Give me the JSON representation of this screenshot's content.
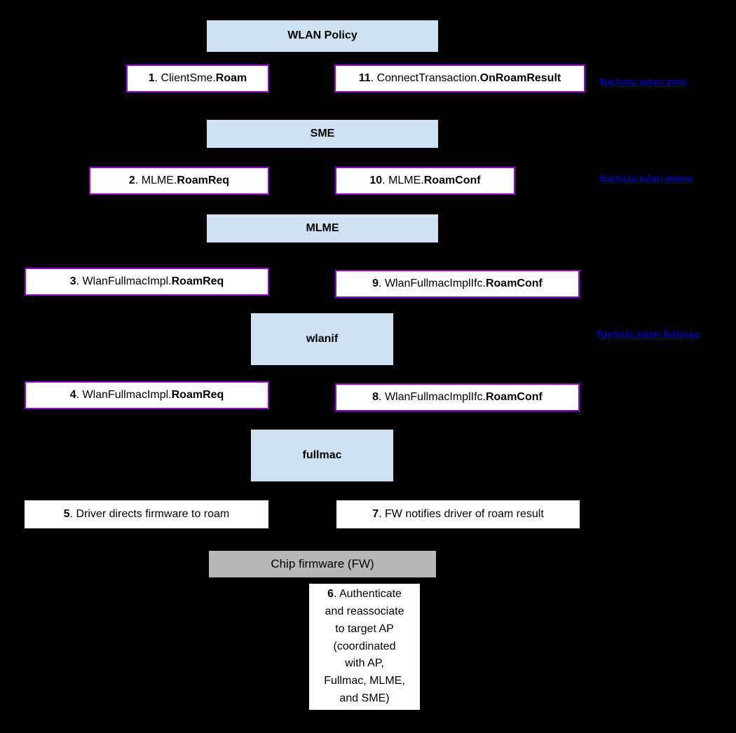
{
  "diagram": {
    "layers": {
      "wlan_policy": "WLAN Policy",
      "sme": "SME",
      "mlme": "MLME",
      "wlanif": "wlanif",
      "fullmac": "fullmac",
      "chip_fw": "Chip firmware (FW)"
    },
    "steps": {
      "s1": {
        "num": "1",
        "mid": ". ClientSme.",
        "tail": "Roam"
      },
      "s2": {
        "num": "2",
        "mid": ". MLME.",
        "tail": "RoamReq"
      },
      "s3": {
        "num": "3",
        "mid": ". WlanFullmacImpl.",
        "tail": "RoamReq"
      },
      "s4": {
        "num": "4",
        "mid": ". WlanFullmacImpl.",
        "tail": "RoamReq"
      },
      "s5": {
        "num": "5",
        "mid": ". Driver directs firmware to roam",
        "tail": ""
      },
      "s6": {
        "num": "6",
        "mid": ". Authenticate and reassociate to target AP (coordinated with AP, Fullmac, MLME, and SME)",
        "tail": ""
      },
      "s7": {
        "num": "7",
        "mid": ". FW notifies driver of roam result",
        "tail": ""
      },
      "s8": {
        "num": "8",
        "mid": ". WlanFullmacImplIfc.",
        "tail": "RoamConf"
      },
      "s9": {
        "num": "9",
        "mid": ". WlanFullmacImplIfc.",
        "tail": "RoamConf"
      },
      "s10": {
        "num": "10",
        "mid": ". MLME.",
        "tail": "RoamConf"
      },
      "s11": {
        "num": "11",
        "mid": ". ConnectTransaction.",
        "tail": "OnRoamResult"
      }
    },
    "links": {
      "sme": "fuchsia.wlan.sme",
      "mlme": "fuchsia.wlan.mlme",
      "fullmac": "fuchsia.wlan.fullmac"
    }
  },
  "colors": {
    "bg": "#000000",
    "layer_fill": "#cfe2f3",
    "fw_fill": "#b7b7b7",
    "step_fill": "#ffffff",
    "step_border": "#9900e6",
    "link_color": "#0000bb",
    "text": "#000000"
  }
}
